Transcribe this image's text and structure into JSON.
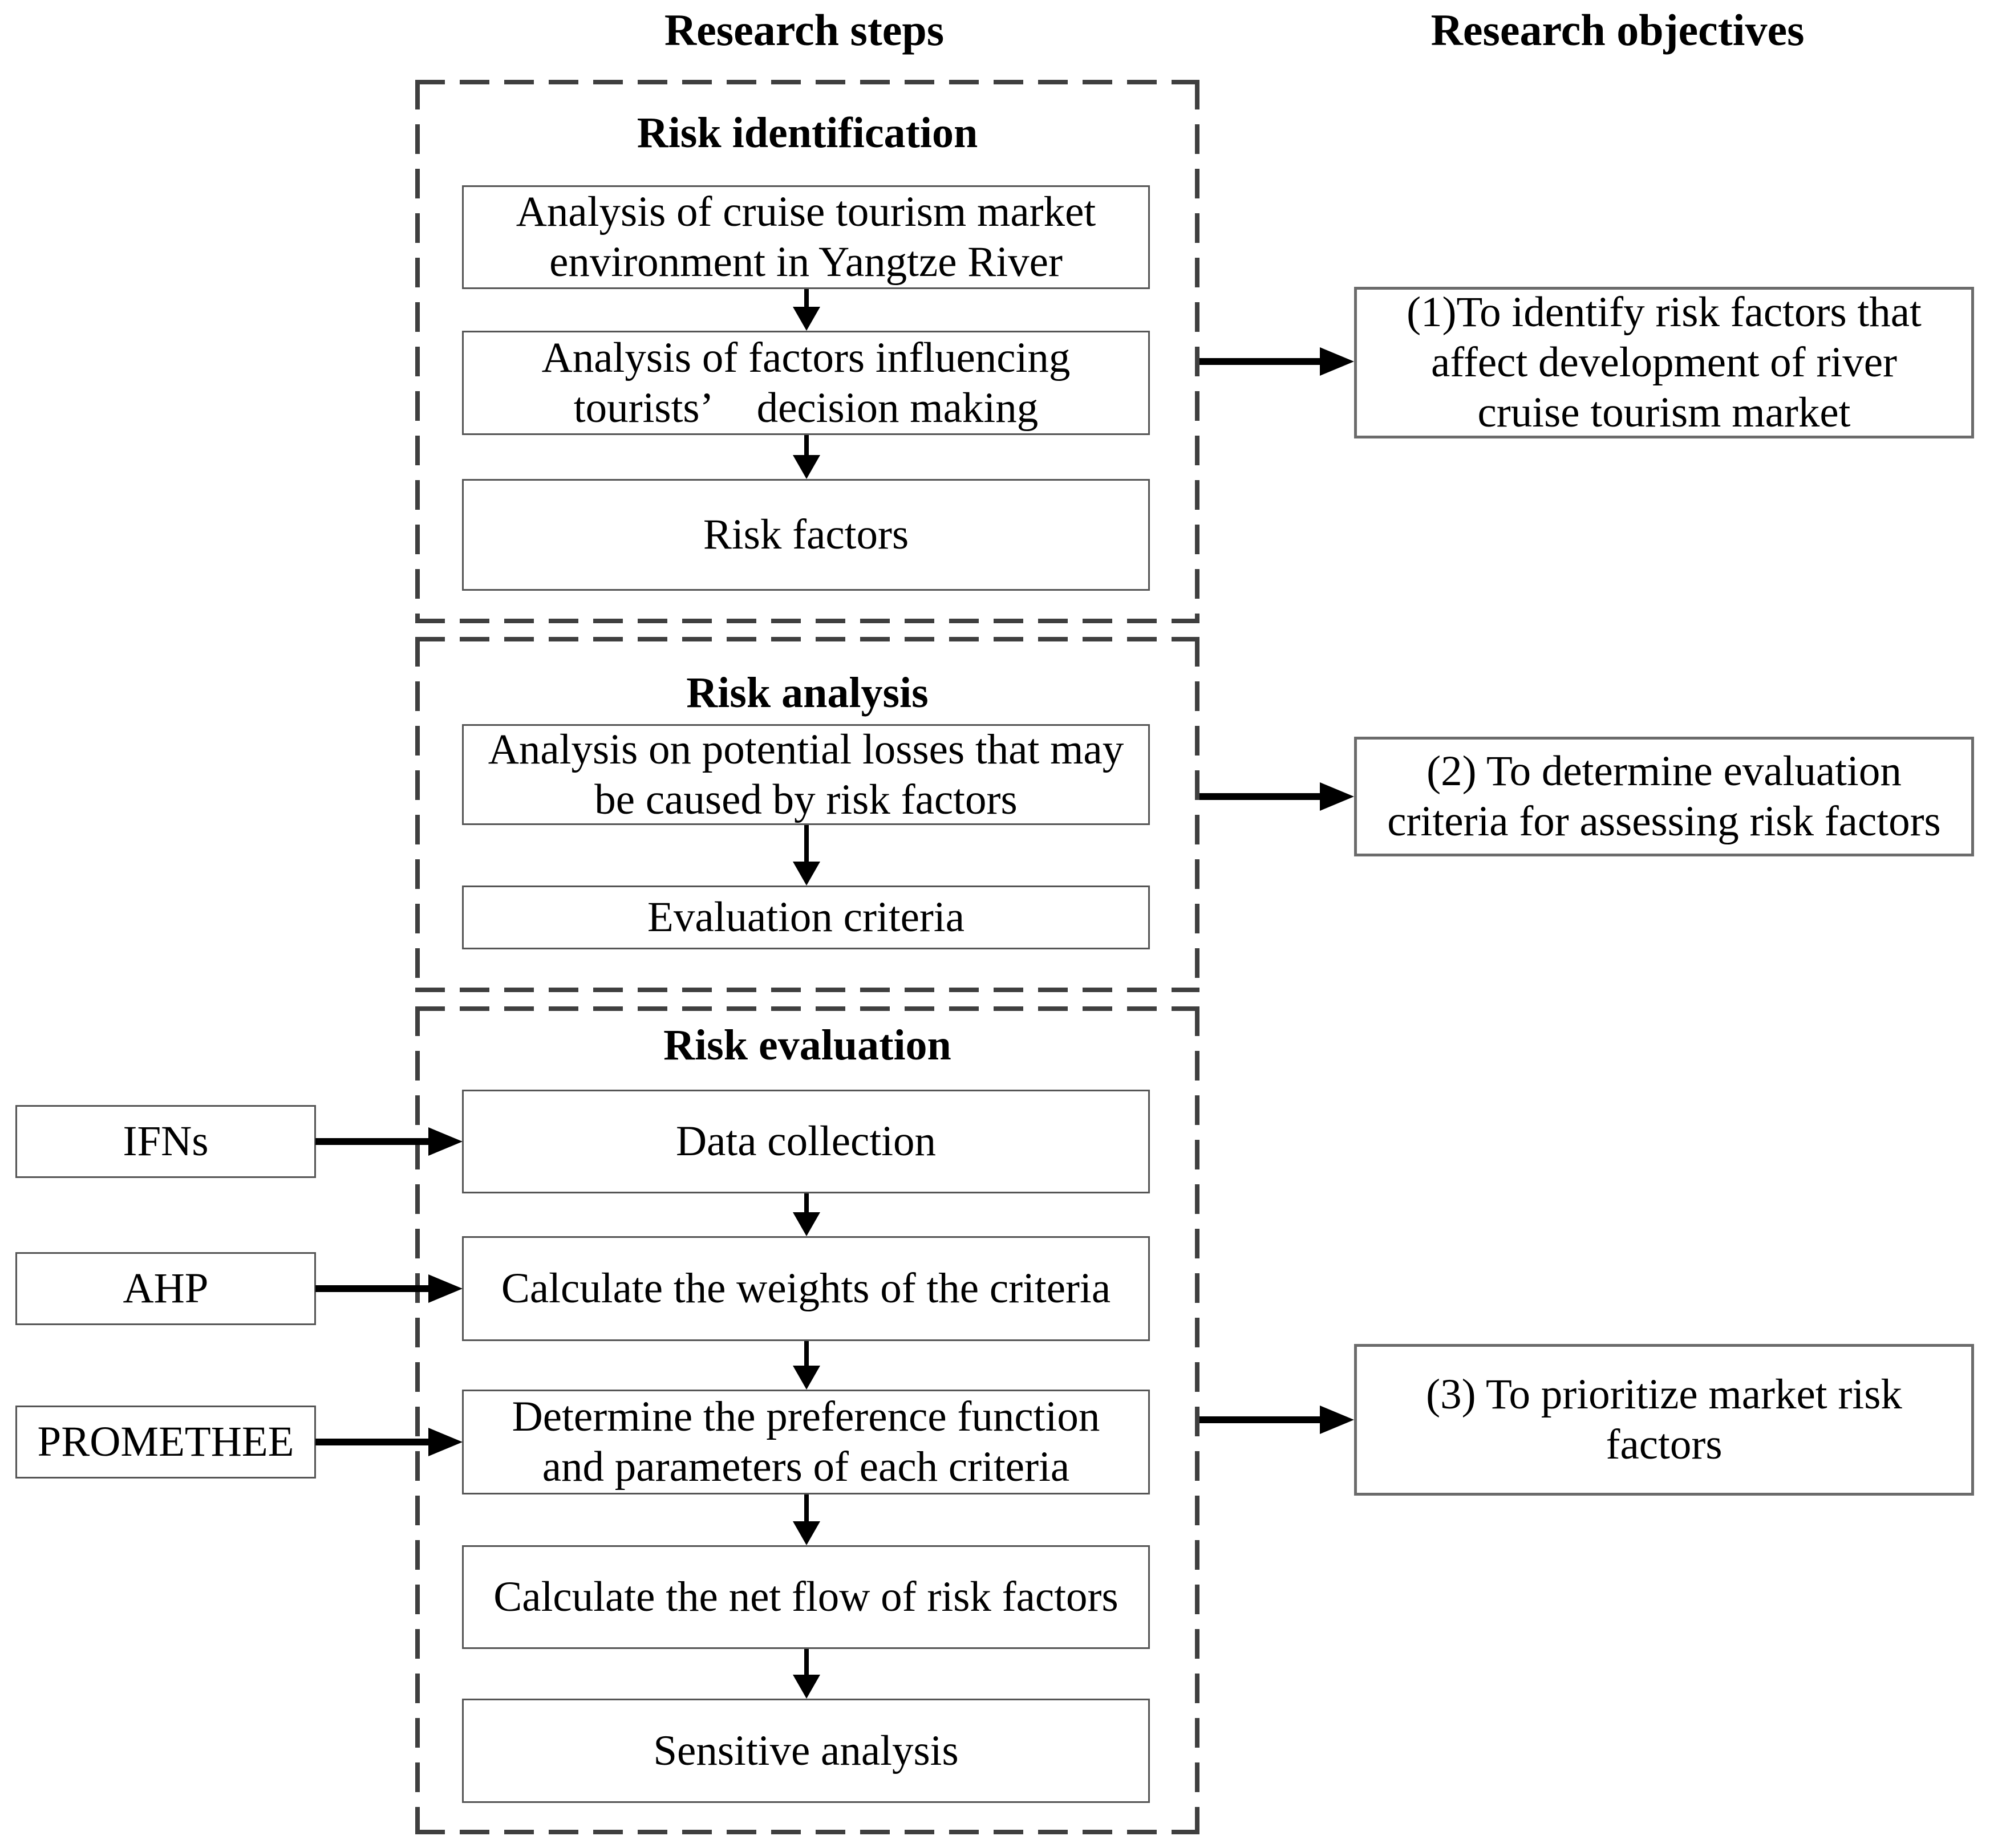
{
  "headers": {
    "steps": "Research steps",
    "objectives": "Research objectives"
  },
  "colors": {
    "background": "#ffffff",
    "text": "#000000",
    "arrow": "#000000",
    "step_box_border": "#555555",
    "objective_box_border": "#6b6b6b",
    "dashed_section_border": "#3f3f3f"
  },
  "methods": [
    {
      "label": "IFNs"
    },
    {
      "label": "AHP"
    },
    {
      "label": "PROMETHEE"
    }
  ],
  "sections": [
    {
      "title": "Risk identification",
      "steps": [
        {
          "text": "Analysis of cruise tourism market\nenvironment in Yangtze River"
        },
        {
          "text": "Analysis of factors influencing\ntourists’ decision making"
        },
        {
          "text": "Risk factors"
        }
      ]
    },
    {
      "title": "Risk analysis",
      "steps": [
        {
          "text": "Analysis on potential losses that may\nbe caused by risk factors"
        },
        {
          "text": "Evaluation criteria"
        }
      ]
    },
    {
      "title": "Risk evaluation",
      "steps": [
        {
          "text": "Data collection"
        },
        {
          "text": "Calculate the weights of the criteria"
        },
        {
          "text": "Determine the preference function\nand parameters of each criteria"
        },
        {
          "text": "Calculate the net flow of risk factors"
        },
        {
          "text": "Sensitive analysis"
        }
      ]
    }
  ],
  "objectives": [
    {
      "text": "(1)To identify risk factors that\naffect development of river\ncruise tourism market"
    },
    {
      "text": "(2) To determine evaluation\ncriteria for assessing risk factors"
    },
    {
      "text": "(3) To prioritize market risk\nfactors"
    }
  ]
}
